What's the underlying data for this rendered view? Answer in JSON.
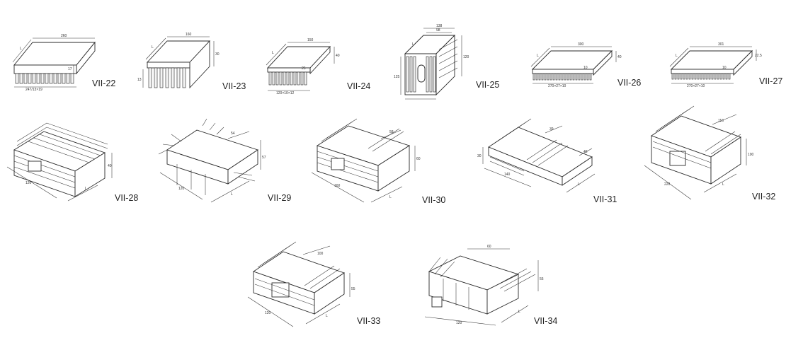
{
  "items": [
    {
      "label": "VII-22",
      "dims": [
        "260",
        "L",
        "17",
        "247/13×19"
      ]
    },
    {
      "label": "VII-23",
      "dims": [
        "160",
        "L",
        "30",
        "13"
      ]
    },
    {
      "label": "VII-24",
      "dims": [
        "150",
        "L",
        "40",
        "25",
        "120×10×12"
      ]
    },
    {
      "label": "VII-25",
      "dims": [
        "138",
        "98",
        "L",
        "120",
        "125"
      ]
    },
    {
      "label": "VII-26",
      "dims": [
        "300",
        "L",
        "40",
        "10",
        "270×27×10"
      ]
    },
    {
      "label": "VII-27",
      "dims": [
        "301",
        "L",
        "22.5",
        "10",
        "270×27×10"
      ]
    },
    {
      "label": "VII-28",
      "dims": [
        "120",
        "L",
        "40"
      ]
    },
    {
      "label": "VII-29",
      "dims": [
        "54",
        "120",
        "L",
        "57"
      ]
    },
    {
      "label": "VII-30",
      "dims": [
        "58",
        "160",
        "L",
        "60"
      ]
    },
    {
      "label": "VII-31",
      "dims": [
        "39",
        "140",
        "L",
        "30",
        "45"
      ]
    },
    {
      "label": "VII-32",
      "dims": [
        "116",
        "220",
        "L",
        "100"
      ]
    },
    {
      "label": "VII-33",
      "dims": [
        "100",
        "120",
        "L",
        "55"
      ]
    },
    {
      "label": "VII-34",
      "dims": [
        "60",
        "120",
        "L",
        "55"
      ]
    }
  ]
}
